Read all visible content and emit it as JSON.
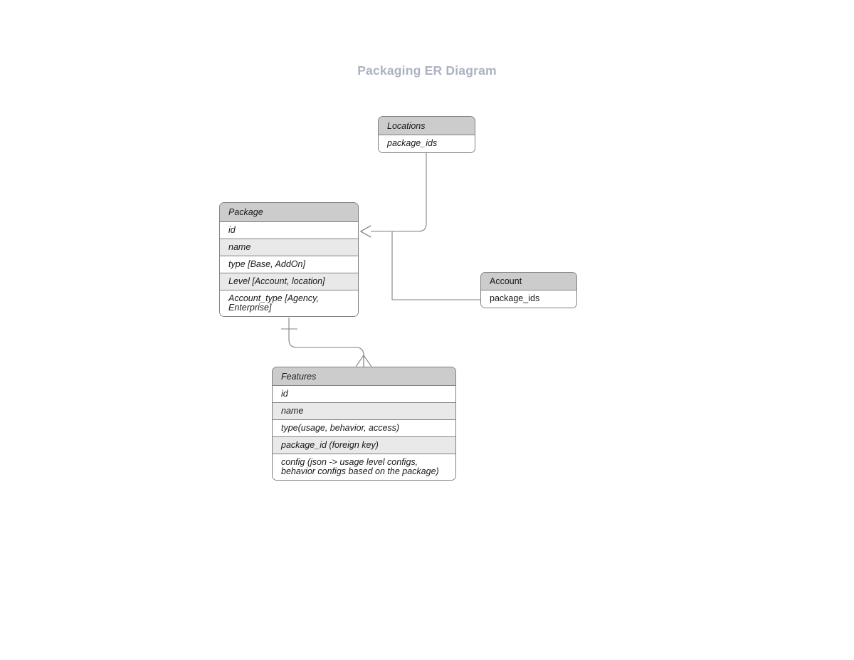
{
  "diagram": {
    "title": "Packaging ER Diagram",
    "title_color": "#aab2c0",
    "background_color": "#ffffff",
    "header_fill": "#cccccc",
    "row_alt_fill": "#e9e9e9",
    "border_color": "#808080",
    "connector_color": "#808080"
  },
  "entities": {
    "locations": {
      "name": "Locations",
      "rows": [
        {
          "text": "package_ids"
        }
      ]
    },
    "package": {
      "name": "Package",
      "rows": [
        {
          "text": "id"
        },
        {
          "text": "name"
        },
        {
          "text": "type [Base, AddOn]"
        },
        {
          "text": "Level [Account, location]"
        },
        {
          "text": "Account_type [Agency, Enterprise]"
        }
      ]
    },
    "account": {
      "name": "Account",
      "rows": [
        {
          "text": "package_ids"
        }
      ]
    },
    "features": {
      "name": "Features",
      "rows": [
        {
          "text": "id"
        },
        {
          "text": "name"
        },
        {
          "text": "type(usage, behavior, access)"
        },
        {
          "text": "package_id (foreign key)"
        },
        {
          "text": "config (json -> usage level configs, behavior configs based on the package)"
        }
      ]
    }
  },
  "relationships": [
    {
      "name": "package-to-locations",
      "from": "package",
      "to": "locations",
      "from_marker": "many-arrow",
      "to_marker": "none"
    },
    {
      "name": "package-to-account",
      "from": "package",
      "to": "account",
      "from_marker": "many-arrow",
      "to_marker": "none"
    },
    {
      "name": "package-to-features",
      "from": "package",
      "to": "features",
      "from_marker": "one",
      "to_marker": "crows-foot"
    }
  ]
}
